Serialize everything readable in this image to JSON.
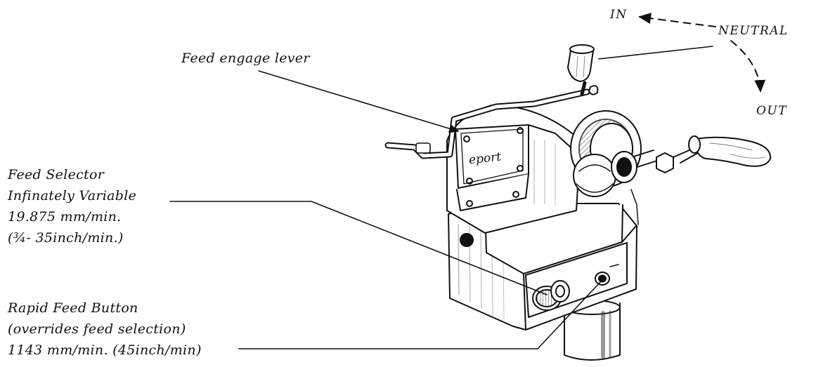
{
  "labels": {
    "feed_engage": "Feed engage lever",
    "feed_selector": [
      "Feed Selector",
      "Infinately Variable",
      "19.875 mm/min.",
      "(¾- 35inch/min.)"
    ],
    "rapid_feed": [
      "Rapid Feed Button",
      "(overrides feed selection)",
      "1143 mm/min. (45inch/min)"
    ]
  },
  "directions": {
    "in": "IN",
    "neutral": "NEUTRAL",
    "out": "OUT"
  },
  "brand_plate": "eport"
}
